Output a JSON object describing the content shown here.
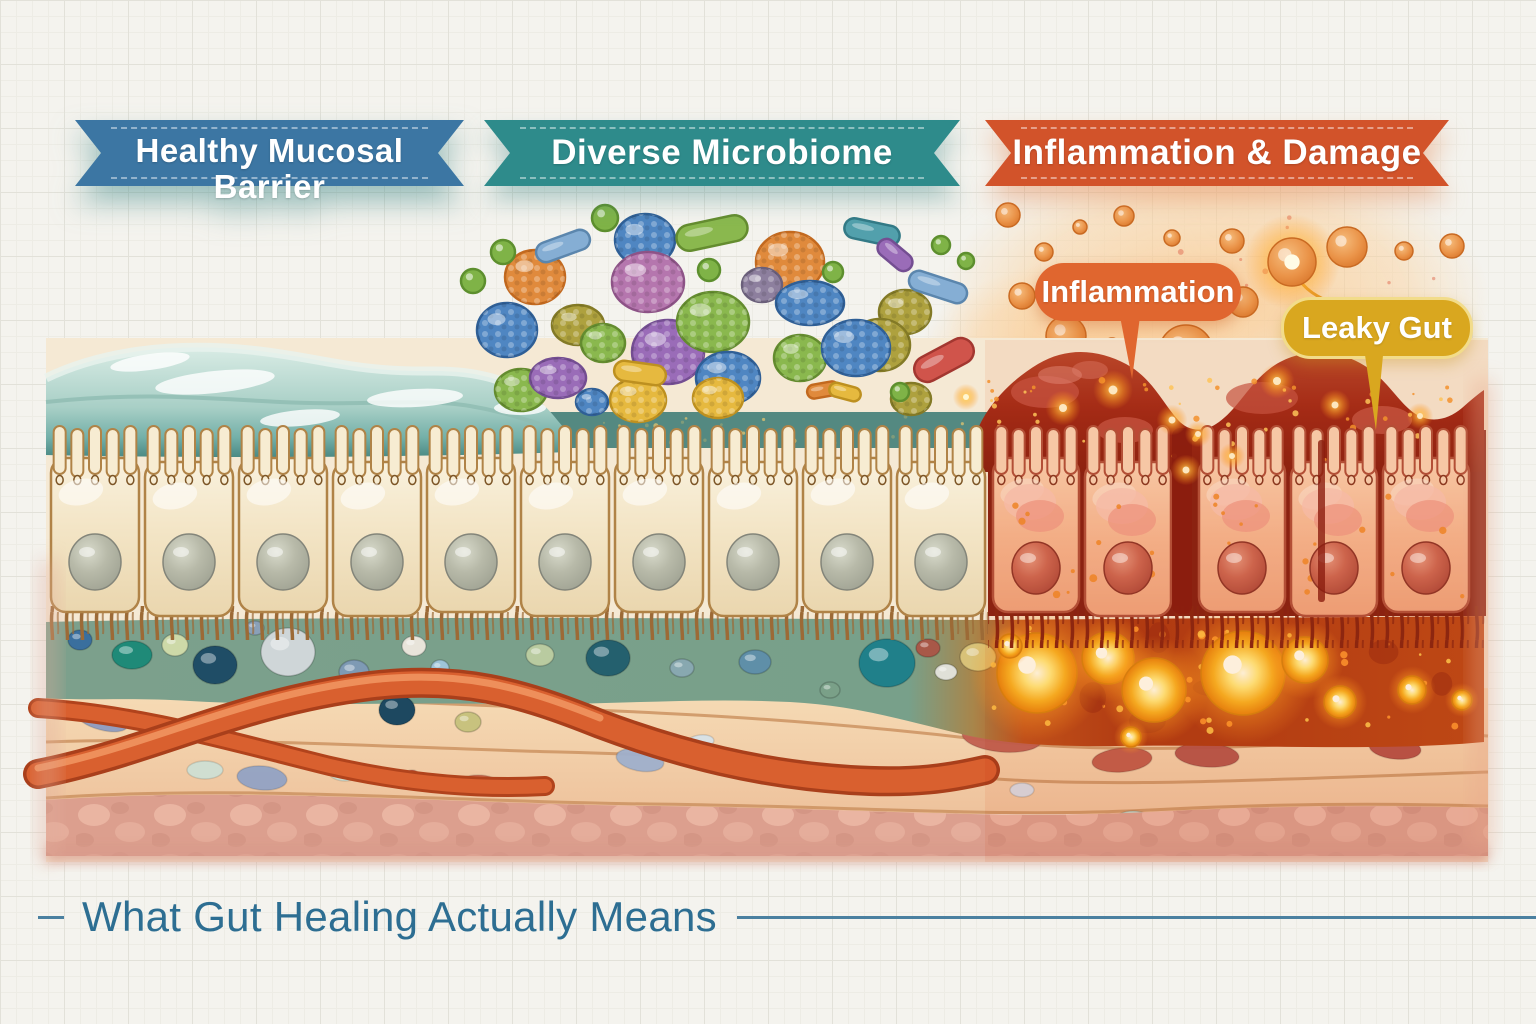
{
  "banners": [
    {
      "id": "healthy",
      "label": "Healthy Mucosal Barrier",
      "color": "#3c76a3"
    },
    {
      "id": "microbiome",
      "label": "Diverse Microbiome",
      "color": "#2e8b8b"
    },
    {
      "id": "inflamed",
      "label": "Inflammation & Damage",
      "color": "#d2532a"
    }
  ],
  "callouts": [
    {
      "id": "inflammation",
      "label": "Inflammation",
      "color": "#e0662f",
      "text_color": "#ffffff"
    },
    {
      "id": "leaky_gut",
      "label": "Leaky Gut",
      "color": "#d9a71f",
      "text_color": "#ffffff"
    }
  ],
  "footer": {
    "title": "What Gut Healing Actually Means",
    "color": "#2d6e92"
  },
  "colors": {
    "paper": "#f4f3ee",
    "grid": "#e2e1d9",
    "mucus_teal": "#74b0a9",
    "cell_cream": "#f3e5c6",
    "nucleus_gray": "#a9ab9b",
    "inflamed_mucosa": "#a42c16",
    "inflamed_cell": "#f5b992",
    "inflamed_nucleus": "#bf4f40",
    "vessel_orange": "#d9602f",
    "lamina_green": "#7ca08c",
    "glow_yellow": "#f7b322",
    "submucosa_cream": "#f2cfa8",
    "muscle_pink": "#dc9f8e"
  },
  "illustration": {
    "epithelium": {
      "healthy_cells": 10,
      "inflamed_cells": 5,
      "microvilli_per_cell": 5
    },
    "palette": {
      "o": {
        "f": "#e08a3c",
        "s": "#c2691f"
      },
      "b": {
        "f": "#4f86c2",
        "s": "#2f5f96"
      },
      "s": {
        "f": "#85aed4",
        "s": "#5b86ad"
      },
      "p": {
        "f": "#9a6cb8",
        "s": "#744e92"
      },
      "m": {
        "f": "#b576ae",
        "s": "#8d5387"
      },
      "g": {
        "f": "#8ab84e",
        "s": "#648c2f"
      },
      "v": {
        "f": "#aea13e",
        "s": "#837a26"
      },
      "y": {
        "f": "#e6b93f",
        "s": "#bd9020"
      },
      "r": {
        "f": "#d0544b",
        "s": "#a33730"
      },
      "t": {
        "f": "#52a0ac",
        "s": "#337a86"
      },
      "gv": {
        "f": "#8d7f9e",
        "s": "#6a5f7a"
      }
    },
    "bacteria": [
      [
        "c",
        "o",
        535,
        277,
        30,
        27,
        0
      ],
      [
        "c",
        "b",
        645,
        240,
        30,
        26,
        0
      ],
      [
        "c",
        "m",
        648,
        282,
        36,
        30,
        0
      ],
      [
        "c",
        "o",
        790,
        262,
        34,
        30,
        0
      ],
      [
        "c",
        "gv",
        762,
        285,
        20,
        17,
        0
      ],
      [
        "c",
        "b",
        810,
        303,
        34,
        22,
        0
      ],
      [
        "c",
        "v",
        905,
        312,
        26,
        22,
        0
      ],
      [
        "c",
        "v",
        880,
        345,
        30,
        26,
        0
      ],
      [
        "c",
        "b",
        507,
        330,
        30,
        27,
        0
      ],
      [
        "c",
        "v",
        578,
        325,
        26,
        20,
        0
      ],
      [
        "c",
        "g",
        603,
        343,
        22,
        19,
        0
      ],
      [
        "c",
        "p",
        668,
        352,
        36,
        32,
        0
      ],
      [
        "c",
        "g",
        713,
        322,
        36,
        30,
        0
      ],
      [
        "c",
        "b",
        728,
        378,
        32,
        26,
        0
      ],
      [
        "c",
        "g",
        800,
        358,
        26,
        23,
        0
      ],
      [
        "c",
        "b",
        856,
        348,
        34,
        28,
        0
      ],
      [
        "c",
        "y",
        638,
        400,
        28,
        22,
        0
      ],
      [
        "c",
        "y",
        718,
        398,
        25,
        20,
        0
      ],
      [
        "c",
        "g",
        521,
        390,
        26,
        21,
        0
      ],
      [
        "c",
        "p",
        558,
        378,
        28,
        20,
        0
      ],
      [
        "c",
        "b",
        592,
        402,
        16,
        13,
        0
      ],
      [
        "c",
        "v",
        911,
        399,
        20,
        16,
        0
      ],
      [
        "r",
        "s",
        563,
        246,
        28,
        10,
        -20
      ],
      [
        "r",
        "g",
        712,
        233,
        36,
        13,
        -12
      ],
      [
        "r",
        "t",
        872,
        232,
        28,
        10,
        12
      ],
      [
        "r",
        "s",
        938,
        287,
        30,
        10,
        18
      ],
      [
        "r",
        "r",
        944,
        360,
        32,
        13,
        -28
      ],
      [
        "r",
        "y",
        640,
        373,
        26,
        10,
        8
      ],
      [
        "r",
        "p",
        895,
        255,
        20,
        9,
        40
      ],
      [
        "r",
        "o",
        823,
        390,
        16,
        7,
        -10
      ],
      [
        "r",
        "y",
        845,
        392,
        16,
        7,
        15
      ],
      [
        "d",
        "g",
        605,
        218,
        13,
        13,
        0
      ],
      [
        "d",
        "g",
        503,
        252,
        12,
        12,
        0
      ],
      [
        "d",
        "g",
        473,
        281,
        12,
        12,
        0
      ],
      [
        "d",
        "g",
        709,
        270,
        11,
        11,
        0
      ],
      [
        "d",
        "g",
        833,
        272,
        10,
        10,
        0
      ],
      [
        "d",
        "g",
        941,
        245,
        9,
        9,
        0
      ],
      [
        "d",
        "g",
        966,
        261,
        8,
        8,
        0
      ],
      [
        "d",
        "g",
        900,
        392,
        9,
        9,
        0
      ]
    ],
    "pebbles": [
      [
        80,
        640,
        12,
        10,
        "#3a6f9e"
      ],
      [
        132,
        655,
        20,
        14,
        "#1f8a78"
      ],
      [
        175,
        645,
        13,
        11,
        "#cdd9a8"
      ],
      [
        215,
        665,
        22,
        19,
        "#1f4d66"
      ],
      [
        288,
        652,
        27,
        24,
        "#cfd6d8"
      ],
      [
        255,
        628,
        9,
        7,
        "#8aa0b8"
      ],
      [
        354,
        672,
        15,
        12,
        "#7e9ab4"
      ],
      [
        414,
        646,
        12,
        10,
        "#e8e4da"
      ],
      [
        397,
        710,
        18,
        15,
        "#1d4860"
      ],
      [
        468,
        722,
        13,
        10,
        "#c8c27e"
      ],
      [
        440,
        668,
        9,
        8,
        "#9ec4d8"
      ],
      [
        540,
        655,
        14,
        11,
        "#b9cba0"
      ],
      [
        608,
        658,
        22,
        18,
        "#24606e"
      ],
      [
        682,
        668,
        12,
        9,
        "#88a8b0"
      ],
      [
        755,
        662,
        16,
        12,
        "#5f8fa8"
      ],
      [
        887,
        663,
        28,
        24,
        "#20808a"
      ],
      [
        928,
        648,
        12,
        9,
        "#a85848"
      ],
      [
        978,
        657,
        18,
        14,
        "#d8c278"
      ],
      [
        946,
        672,
        11,
        8,
        "#e0e0d8"
      ],
      [
        830,
        690,
        10,
        8,
        "#7aa088"
      ]
    ],
    "sub_cells": [
      [
        102,
        720,
        26,
        10,
        15,
        "#8e9cc0"
      ],
      [
        262,
        778,
        25,
        12,
        5,
        "#93a3c4"
      ],
      [
        335,
        767,
        12,
        7,
        0,
        "#dfe6ea"
      ],
      [
        345,
        772,
        16,
        9,
        0,
        "#cfe0d4"
      ],
      [
        412,
        775,
        7,
        5,
        0,
        "#c05848"
      ],
      [
        432,
        780,
        10,
        6,
        0,
        "#e8eef0"
      ],
      [
        478,
        783,
        20,
        8,
        0,
        "#cc6a4f"
      ],
      [
        640,
        760,
        24,
        11,
        10,
        "#9fb0cc"
      ],
      [
        700,
        742,
        14,
        7,
        -8,
        "#d8e2e8"
      ],
      [
        205,
        770,
        18,
        9,
        0,
        "#cfe0d4"
      ],
      [
        1002,
        737,
        40,
        15,
        5,
        "#c26050"
      ],
      [
        1122,
        760,
        30,
        12,
        -5,
        "#c25c48"
      ],
      [
        1207,
        755,
        32,
        12,
        4,
        "#b85448"
      ],
      [
        1355,
        705,
        36,
        15,
        -8,
        "#bf5a50"
      ],
      [
        1395,
        748,
        26,
        11,
        6,
        "#b85044"
      ],
      [
        1285,
        733,
        22,
        13,
        0,
        "#e06838"
      ],
      [
        1133,
        820,
        18,
        9,
        0,
        "#c6d8cc"
      ],
      [
        1022,
        790,
        12,
        7,
        0,
        "#d8dce8"
      ]
    ],
    "float_dots": [
      [
        1008,
        215,
        12,
        0
      ],
      [
        1044,
        252,
        9,
        0
      ],
      [
        1080,
        227,
        7,
        0
      ],
      [
        1124,
        216,
        10,
        0
      ],
      [
        1172,
        238,
        8,
        0
      ],
      [
        1232,
        241,
        12,
        0
      ],
      [
        1292,
        262,
        24,
        1
      ],
      [
        1347,
        247,
        20,
        0
      ],
      [
        1404,
        251,
        9,
        0
      ],
      [
        1452,
        246,
        12,
        0
      ],
      [
        1022,
        296,
        13,
        0
      ],
      [
        1243,
        302,
        15,
        0
      ],
      [
        1445,
        330,
        26,
        0
      ],
      [
        1066,
        336,
        20,
        0
      ],
      [
        1112,
        347,
        9,
        0
      ],
      [
        1186,
        352,
        27,
        0
      ],
      [
        1254,
        372,
        13,
        0
      ],
      [
        1384,
        367,
        11,
        0
      ],
      [
        1470,
        372,
        15,
        0
      ],
      [
        996,
        366,
        10,
        0
      ],
      [
        1207,
        300,
        7,
        0
      ],
      [
        1357,
        322,
        10,
        0
      ],
      [
        1115,
        308,
        6,
        0
      ],
      [
        1180,
        382,
        8,
        0
      ]
    ],
    "glow_cells": [
      [
        1037,
        673,
        40
      ],
      [
        1108,
        658,
        26
      ],
      [
        1154,
        690,
        32
      ],
      [
        1243,
        673,
        42
      ],
      [
        1305,
        660,
        23
      ],
      [
        1340,
        702,
        16
      ],
      [
        1010,
        646,
        12
      ],
      [
        1131,
        737,
        10
      ],
      [
        1412,
        690,
        14
      ],
      [
        1462,
        700,
        10
      ]
    ],
    "sparks": [
      [
        1063,
        408,
        8
      ],
      [
        1113,
        390,
        9
      ],
      [
        1172,
        420,
        7
      ],
      [
        1198,
        434,
        6
      ],
      [
        1277,
        381,
        8
      ],
      [
        1335,
        405,
        7
      ],
      [
        966,
        397,
        6
      ],
      [
        1232,
        456,
        6
      ],
      [
        1186,
        470,
        7
      ],
      [
        1420,
        416,
        6
      ]
    ]
  }
}
